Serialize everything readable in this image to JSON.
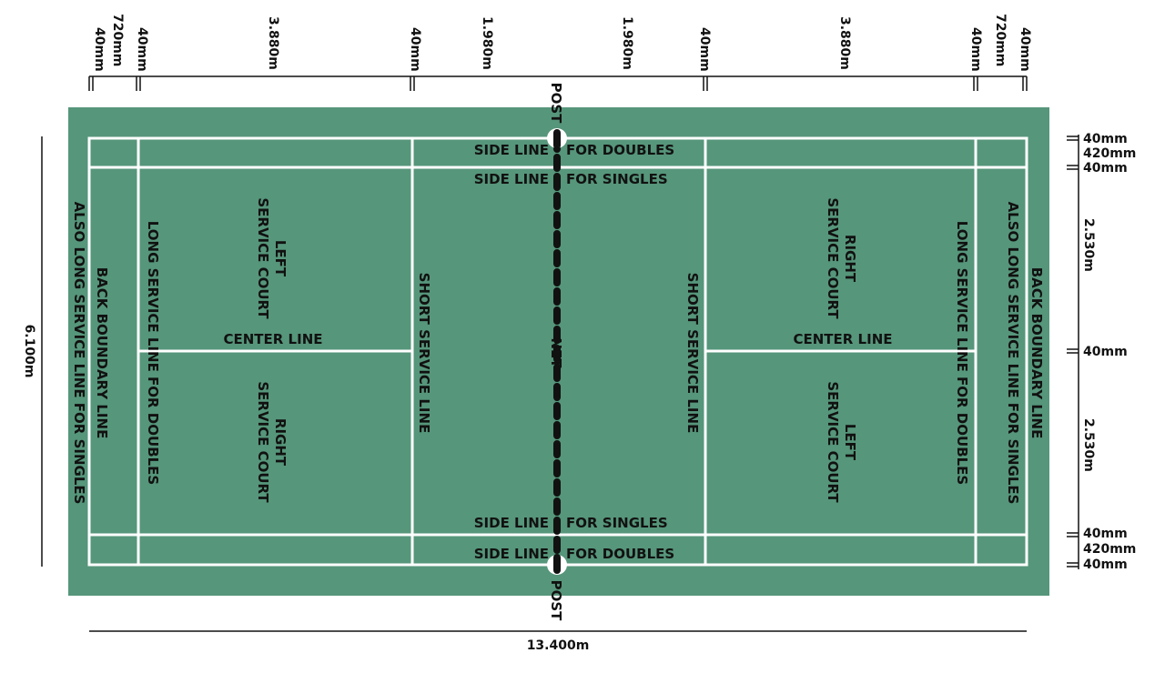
{
  "colors": {
    "court": "#56967b",
    "line": "#ffffff",
    "net": "#111111",
    "text": "#111111"
  },
  "labels": {
    "post_top": "POST",
    "post_bottom": "POST",
    "net": "NET",
    "side_doubles": "SIDE LINE",
    "for_doubles": "FOR DOUBLES",
    "side_singles": "SIDE LINE",
    "for_singles": "FOR SINGLES",
    "center_line": "CENTER LINE",
    "short_service_line": "SHORT SERVICE LINE",
    "long_service_doubles": "LONG SERVICE LINE FOR DOUBLES",
    "back_boundary": "BACK BOUNDARY LINE",
    "also_long_singles": "ALSO LONG SERVICE LINE FOR SINGLES",
    "left_service_court": [
      "LEFT",
      "SERVICE COURT"
    ],
    "right_service_court": [
      "RIGHT",
      "SERVICE COURT"
    ]
  },
  "dimensions": {
    "top": [
      "40mm",
      "720mm",
      "40mm",
      "3.880m",
      "40mm",
      "1.980m",
      "1.980m",
      "40mm",
      "3.880m",
      "40mm",
      "720mm",
      "40mm"
    ],
    "right": [
      "40mm",
      "420mm",
      "40mm",
      "2.530m",
      "40mm",
      "2.530m",
      "40mm",
      "420mm",
      "40mm"
    ],
    "left": "6.100m",
    "bottom": "13.400m"
  }
}
